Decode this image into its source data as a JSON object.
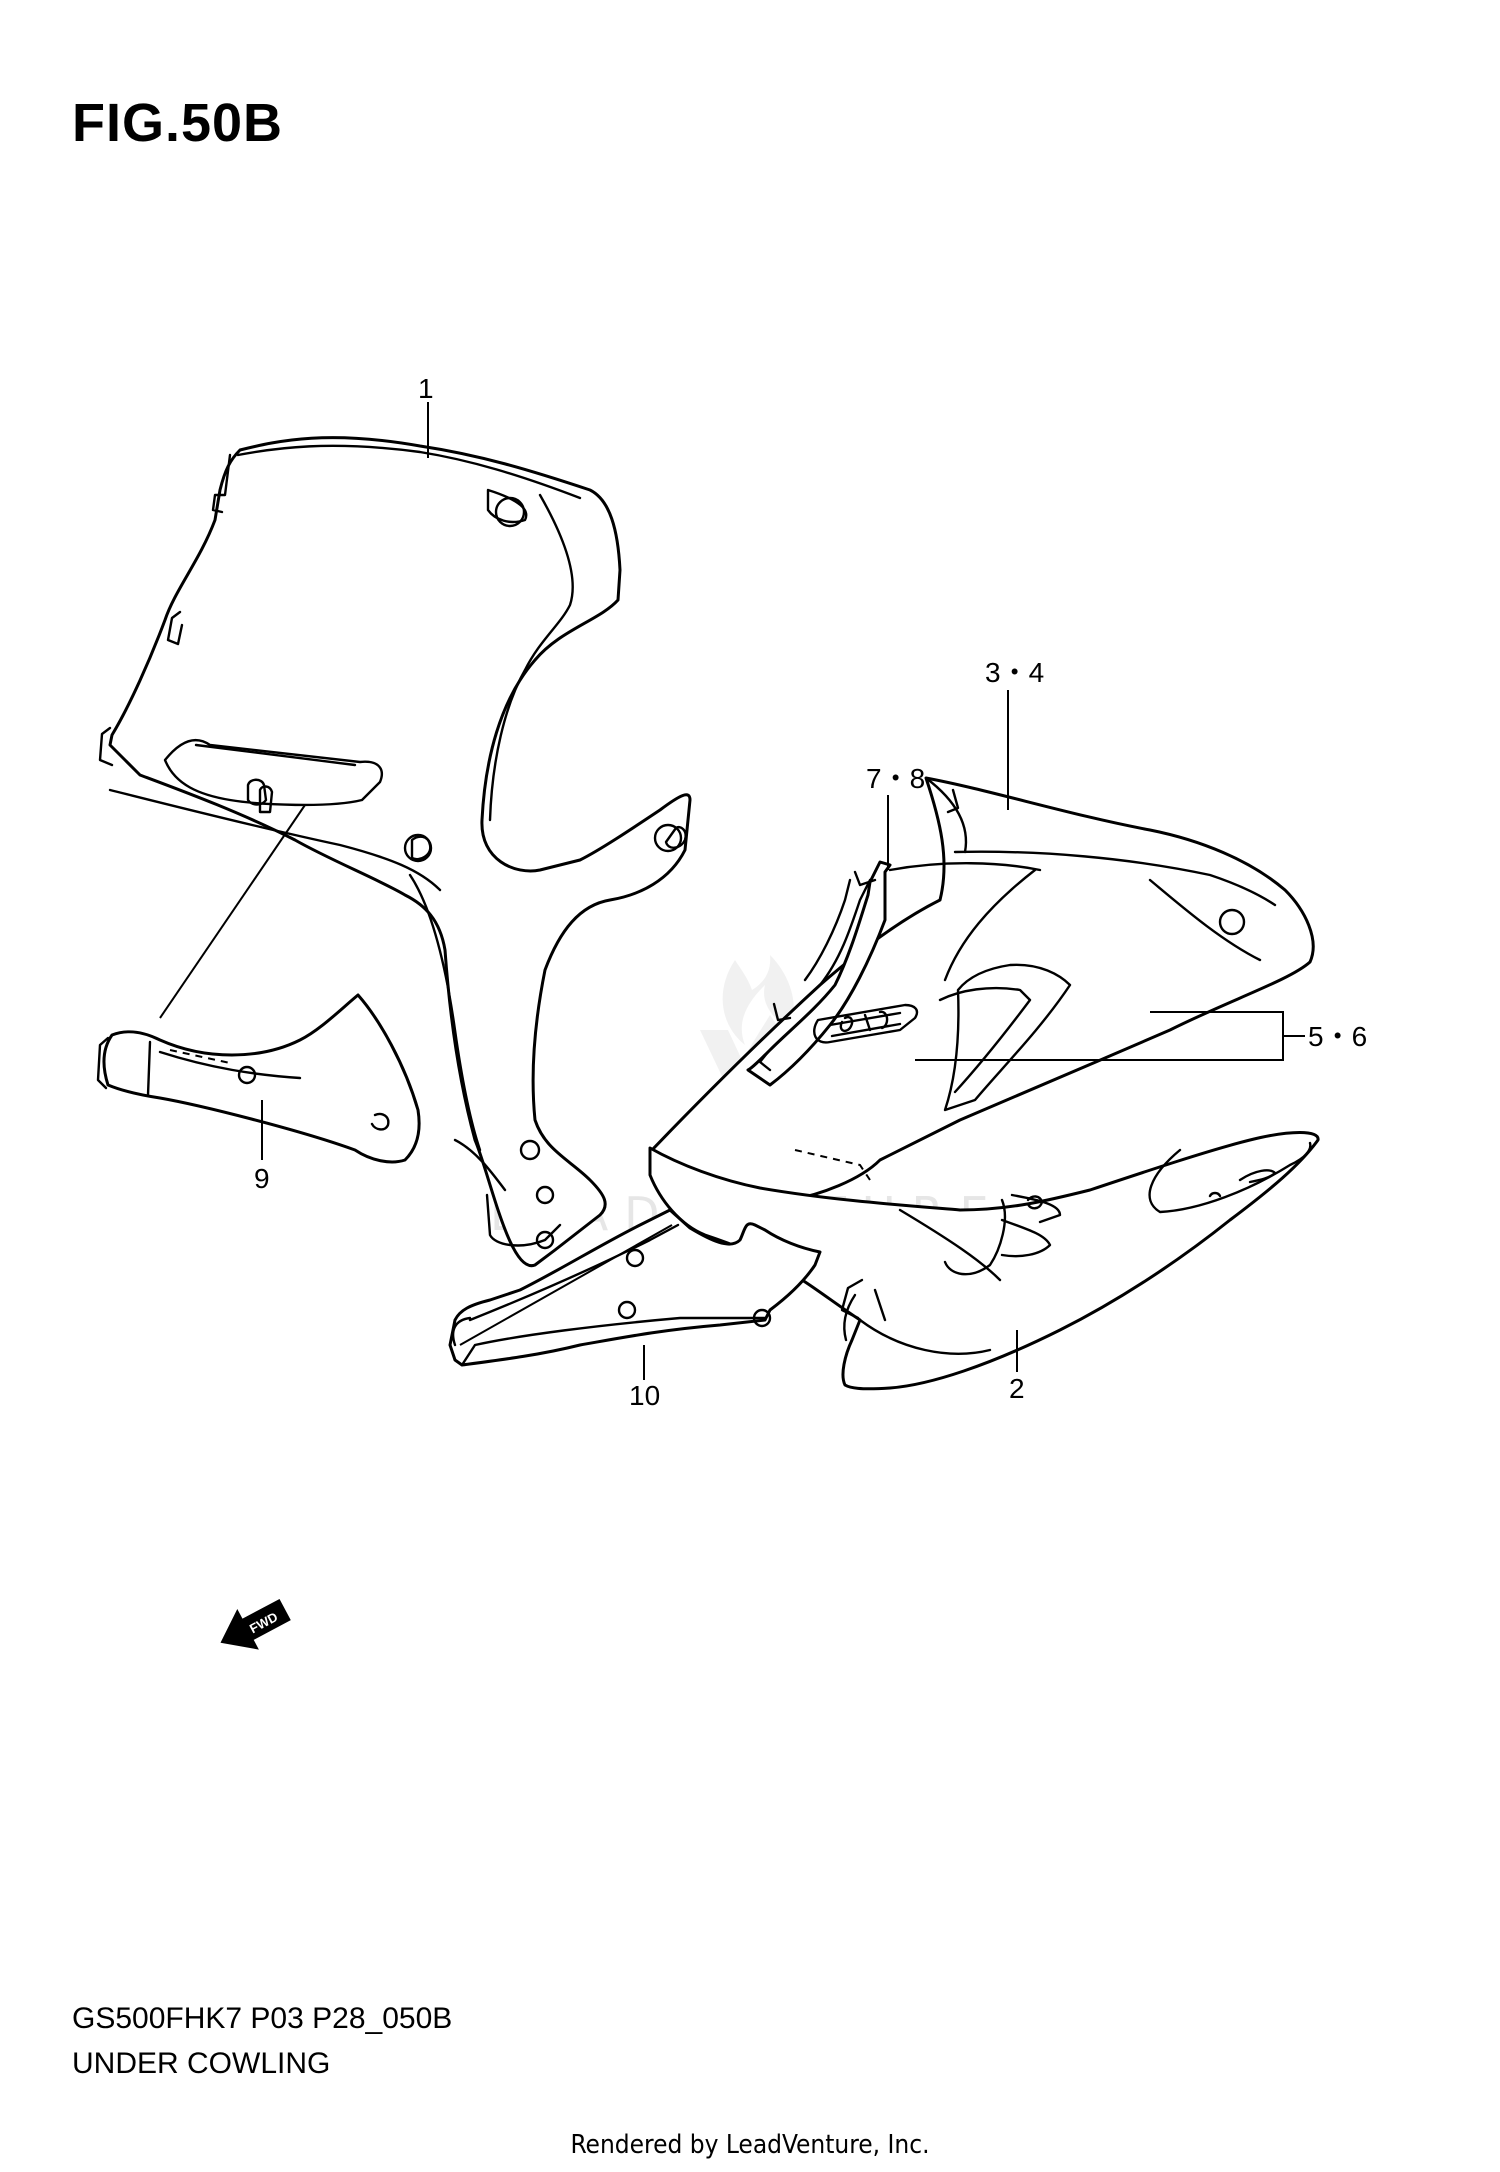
{
  "figure": {
    "title": "FIG.50B"
  },
  "callouts": {
    "c1": "1",
    "c2": "2",
    "c34": "3・4",
    "c56": "5・6",
    "c78": "7・8",
    "c9": "9",
    "c10": "10"
  },
  "fwd_label": "FWD",
  "watermark": "LEADVENTURE",
  "footer": {
    "code": "GS500FHK7 P03 P28_050B",
    "name": "UNDER COWLING"
  },
  "credit": "Rendered by LeadVenture, Inc."
}
